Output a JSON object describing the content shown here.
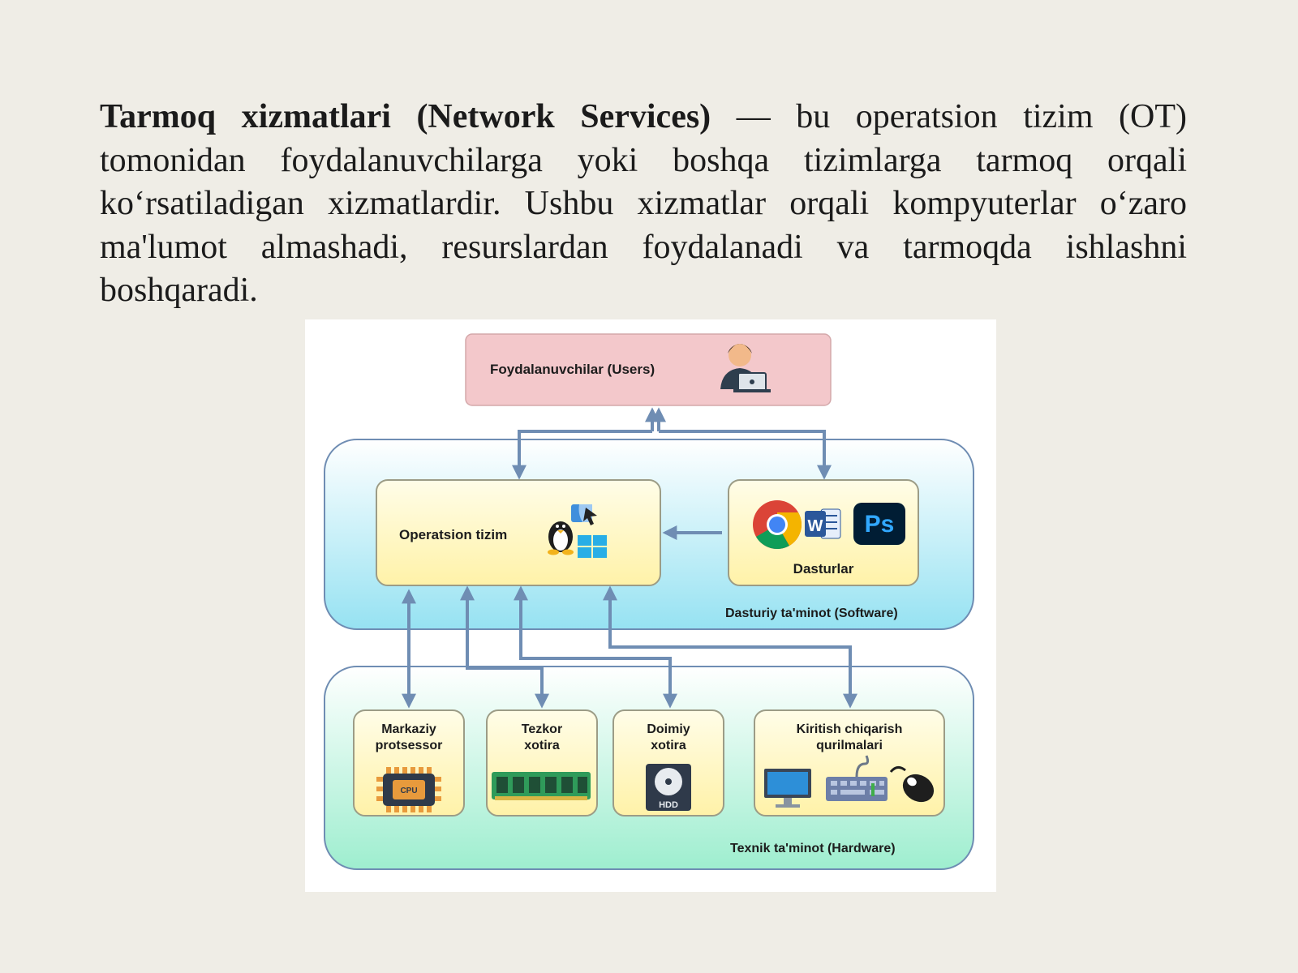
{
  "paragraph": {
    "term": "Tarmoq xizmatlari (Network Services)",
    "definition": " — bu operatsion tizim (OT) tomonidan foydalanuvchilarga yoki boshqa tizimlarga tarmoq orqali koʻrsatiladigan xizmatlardir. Ushbu xizmatlar orqali kompyuterlar oʻzaro ma'lumot almashadi, resurslardan foydalanadi va tarmoqda ishlashni boshqaradi."
  },
  "diagram": {
    "users_label": "Foydalanuvchilar (Users)",
    "os_label": "Operatsion tizim",
    "programs_label": "Dasturlar",
    "software_label": "Dasturiy ta'minot (Software)",
    "hardware_label": "Texnik ta'minot (Hardware)",
    "cpu_label": "Markaziy protsessor",
    "ram_label": "Tezkor xotira",
    "storage_label": "Doimiy xotira",
    "io_label": "Kiritish chiqarish qurilmalari",
    "cpu_chip_text": "CPU",
    "hdd_text": "HDD",
    "ps_text": "Ps",
    "word_text": "W",
    "icons": [
      "user-laptop-icon",
      "linux-icon",
      "windows-icon",
      "chrome-icon",
      "word-icon",
      "photoshop-icon",
      "cpu-icon",
      "ram-icon",
      "hdd-icon",
      "monitor-icon",
      "keyboard-icon",
      "mouse-icon"
    ],
    "colors": {
      "users_box": "#f3c8cb",
      "app_box": "#fff8c4",
      "software_bg": "#a8e8f4",
      "hardware_bg": "#aaf0d6",
      "arrow": "#6f8db3"
    }
  }
}
